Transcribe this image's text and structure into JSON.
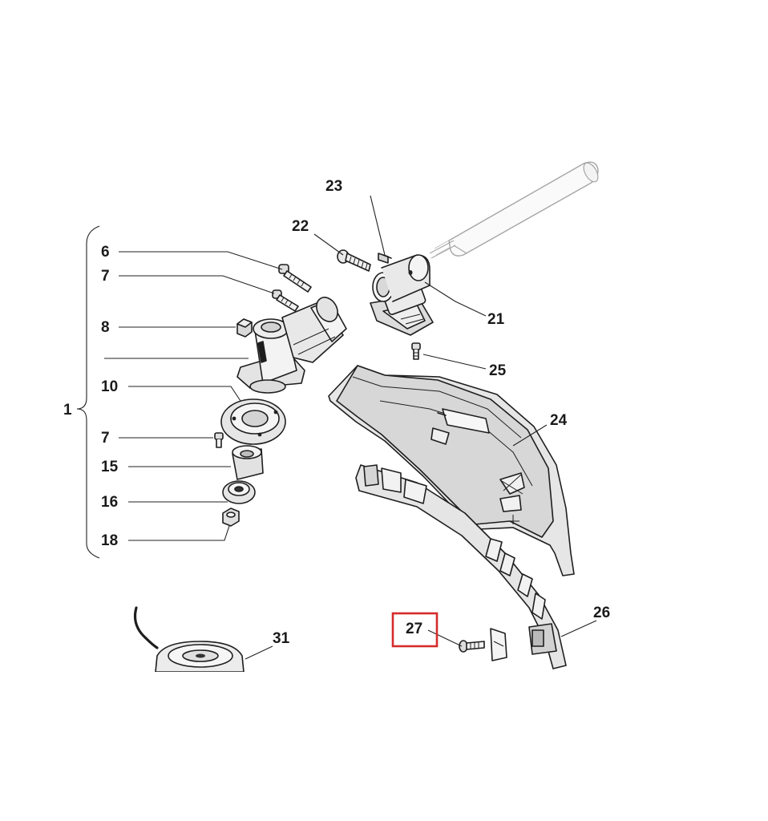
{
  "colors": {
    "highlight": "#d62b2b",
    "ink": "#1e1e1e",
    "part_fill": "#eeeeee",
    "part_shade": "#c9c9c9",
    "faded_shaft": "#9a9a9a"
  },
  "labels": {
    "group": "1",
    "p6": "6",
    "p7a": "7",
    "p8": "8",
    "p10": "10",
    "p7b": "7",
    "p15": "15",
    "p16": "16",
    "p18": "18",
    "p21": "21",
    "p22": "22",
    "p23": "23",
    "p24": "24",
    "p25": "25",
    "p26": "26",
    "p27": "27",
    "p31": "31"
  },
  "highlighted_part": "27"
}
